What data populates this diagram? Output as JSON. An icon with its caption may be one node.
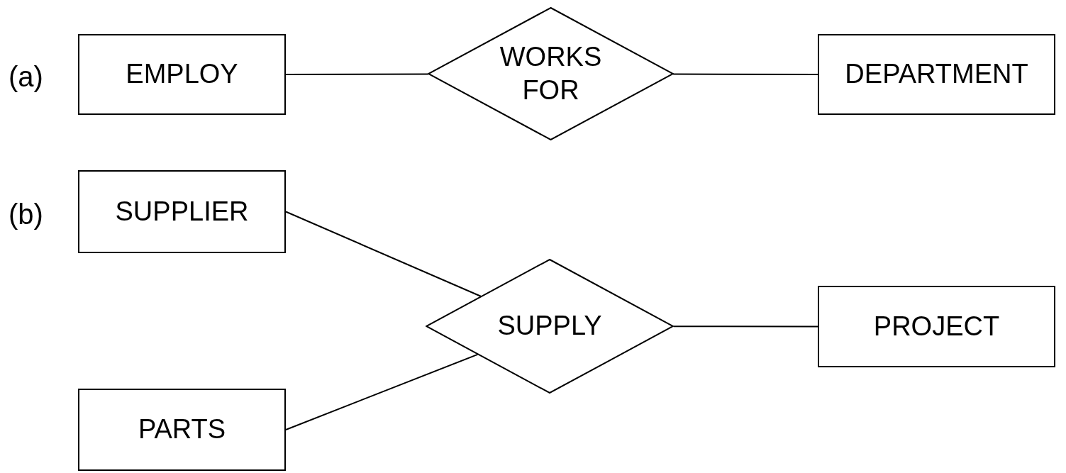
{
  "diagram": {
    "nodes": [
      {
        "text": [
          "EMPLOY"
        ]
      },
      {
        "text": [
          "WORKS FOR"
        ]
      },
      {
        "text": [
          "DEPARTMENT"
        ]
      },
      {
        "text": [
          "SUPPLIER"
        ]
      },
      {
        "text": [
          "SUPPLY"
        ]
      },
      {
        "text": [
          "PROJECT"
        ]
      },
      {
        "text": [
          "PARTS"
        ]
      }
    ],
    "edges": [
      {
        "from": 0,
        "to": 1,
        "arrow": "none"
      },
      {
        "from": 1,
        "to": 2,
        "arrow": "none"
      },
      {
        "from": 3,
        "to": 4,
        "arrow": "none"
      },
      {
        "from": 6,
        "to": 4,
        "arrow": "none"
      },
      {
        "from": 4,
        "to": 5,
        "arrow": "none"
      }
    ],
    "labels": [
      "(a)",
      "(b)"
    ]
  }
}
